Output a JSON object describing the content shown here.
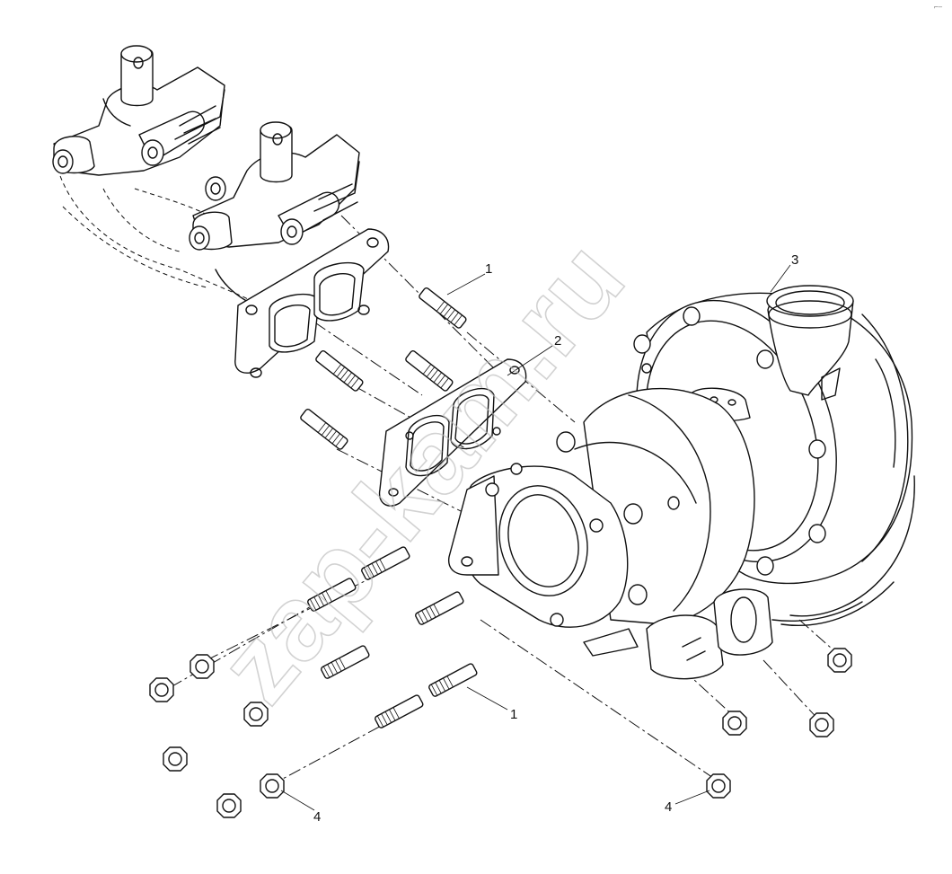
{
  "watermark": "zap-kam.ru",
  "corner_mark": "⌐–",
  "callouts": {
    "stud_top": "1",
    "gasket": "2",
    "turbocharger": "3",
    "stud_bottom": "1",
    "nut_left": "4",
    "nut_right": "4"
  }
}
